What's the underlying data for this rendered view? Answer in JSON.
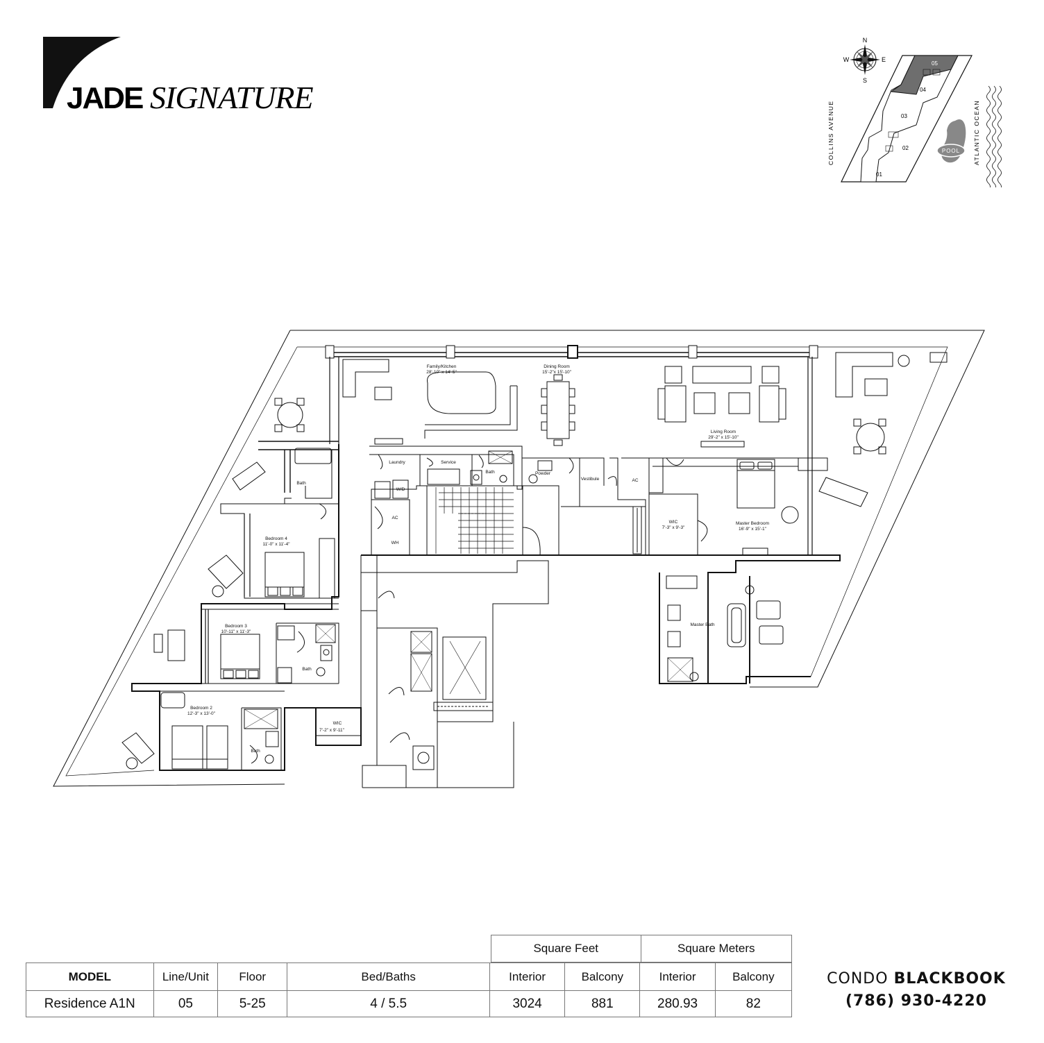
{
  "logo": {
    "jade": "JADE",
    "signature": "SIGNATURE"
  },
  "keyplan": {
    "compass": {
      "n": "N",
      "s": "S",
      "e": "E",
      "w": "W"
    },
    "street": "COLLINS AVENUE",
    "ocean": "ATLANTIC OCEAN",
    "pool": "POOL",
    "units": [
      "05",
      "04",
      "03",
      "02",
      "01"
    ],
    "highlight_color": "#6e6e6e"
  },
  "rooms": {
    "family_kitchen": {
      "name": "Family/Kitchen",
      "dim": "28'-10\" x 14'-5\""
    },
    "dining": {
      "name": "Dining Room",
      "dim": "15'-2\"x 15'-10\""
    },
    "living": {
      "name": "Living Room",
      "dim": "29'-2\" x 15'-10\""
    },
    "master_bedroom": {
      "name": "Master Bedroom",
      "dim": "16'-9\" x 15'-1\""
    },
    "wic_master": {
      "name": "WIC",
      "dim": "7'-3\" x 9'-3\""
    },
    "master_bath": {
      "name": "Master Bath"
    },
    "laundry": {
      "name": "Laundry"
    },
    "service": {
      "name": "Service"
    },
    "bath_service": {
      "name": "Bath"
    },
    "powder": {
      "name": "Powder"
    },
    "vestibule": {
      "name": "Vestibule"
    },
    "ac1": {
      "name": "AC"
    },
    "ac2": {
      "name": "AC"
    },
    "wd": {
      "name": "W/D"
    },
    "wh": {
      "name": "WH"
    },
    "bath_top": {
      "name": "Bath"
    },
    "bedroom4": {
      "name": "Bedroom 4",
      "dim": "11'-0\" x 11'-4\""
    },
    "bedroom3": {
      "name": "Bedroom 3",
      "dim": "10'-11\" x 11'-3\""
    },
    "bath_b3": {
      "name": "Bath"
    },
    "bedroom2": {
      "name": "Bedroom 2",
      "dim": "12'-3\" x 13'-0\""
    },
    "wic_b2": {
      "name": "WIC",
      "dim": "7'-2\" x 9'-11\""
    },
    "bath_b2": {
      "name": "Bath"
    }
  },
  "specs": {
    "group_sqft": "Square Feet",
    "group_sqm": "Square Meters",
    "headers": [
      "MODEL",
      "Line/Unit",
      "Floor",
      "Bed/Baths",
      "Interior",
      "Balcony",
      "Interior",
      "Balcony"
    ],
    "values": [
      "Residence A1N",
      "05",
      "5-25",
      "4 / 5.5",
      "3024",
      "881",
      "280.93",
      "82"
    ]
  },
  "brand": {
    "name_light": "CONDO",
    "name_bold": "BLACKBOOK",
    "phone": "(786) 930-4220"
  }
}
